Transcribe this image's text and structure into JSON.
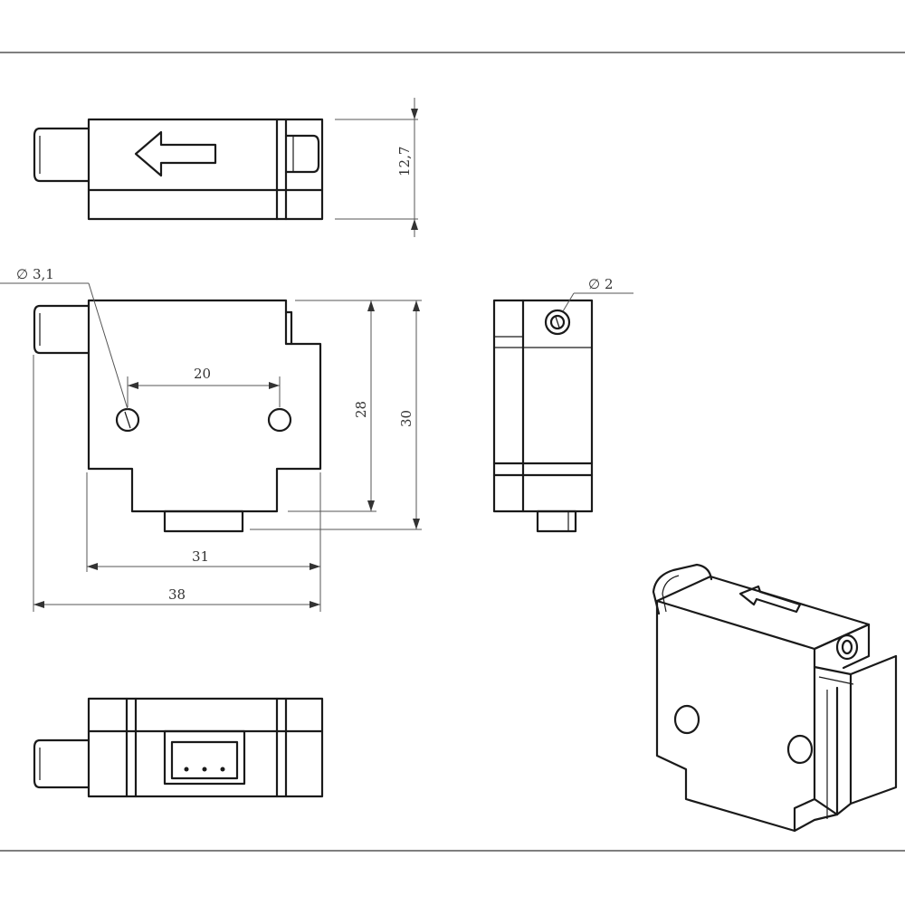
{
  "dimensions": {
    "height_side": "12,7",
    "hole_dia_large": "3,1",
    "hole_spacing": "20",
    "height_body": "28",
    "height_total": "30",
    "hole_dia_small": "2",
    "width_body": "31",
    "width_total": "38"
  },
  "symbols": {
    "diameter": "∅"
  }
}
